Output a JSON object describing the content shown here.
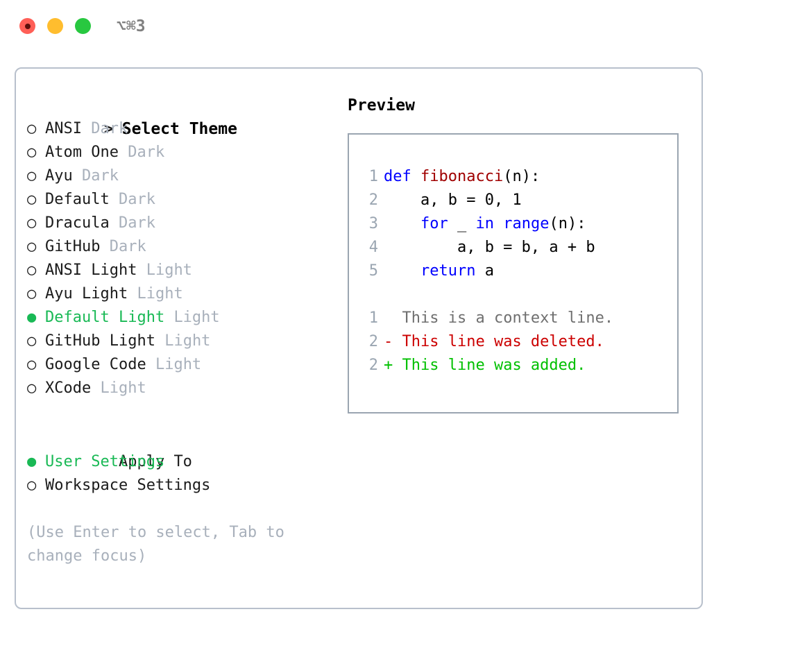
{
  "window": {
    "shortcut": "⌥⌘3",
    "traffic_lights": [
      {
        "name": "close",
        "color": "#ff5f57"
      },
      {
        "name": "minimize",
        "color": "#ffbd2e"
      },
      {
        "name": "maximize",
        "color": "#28c840"
      }
    ]
  },
  "theme_picker": {
    "heading_marker": ">",
    "heading": "Select Theme",
    "selected_theme": "Default Light",
    "marker_selected": "●",
    "marker_unselected": "○",
    "accent_color": "#19b955",
    "muted_color": "#a8b0bb",
    "items": [
      {
        "marker": "○",
        "name": "ANSI",
        "tag": "Dark",
        "selected": false
      },
      {
        "marker": "○",
        "name": "Atom One",
        "tag": "Dark",
        "selected": false
      },
      {
        "marker": "○",
        "name": "Ayu",
        "tag": "Dark",
        "selected": false
      },
      {
        "marker": "○",
        "name": "Default",
        "tag": "Dark",
        "selected": false
      },
      {
        "marker": "○",
        "name": "Dracula",
        "tag": "Dark",
        "selected": false
      },
      {
        "marker": "○",
        "name": "GitHub",
        "tag": "Dark",
        "selected": false
      },
      {
        "marker": "○",
        "name": "ANSI Light",
        "tag": "Light",
        "selected": false
      },
      {
        "marker": "○",
        "name": "Ayu Light",
        "tag": "Light",
        "selected": false
      },
      {
        "marker": "●",
        "name": "Default Light",
        "tag": "Light",
        "selected": true
      },
      {
        "marker": "○",
        "name": "GitHub Light",
        "tag": "Light",
        "selected": false
      },
      {
        "marker": "○",
        "name": "Google Code",
        "tag": "Light",
        "selected": false
      },
      {
        "marker": "○",
        "name": "XCode",
        "tag": "Light",
        "selected": false
      }
    ]
  },
  "apply_to": {
    "label": "Apply To",
    "selected_option": "User Settings",
    "options": [
      {
        "marker": "●",
        "label": "User Settings",
        "selected": true
      },
      {
        "marker": "○",
        "label": "Workspace Settings",
        "selected": false
      }
    ]
  },
  "hint": "(Use Enter to select, Tab to change focus)",
  "preview": {
    "title": "Preview",
    "code_lines": [
      {
        "num": "1",
        "tokens": [
          {
            "t": "def",
            "c": "kw"
          },
          {
            "t": " ",
            "c": "plain"
          },
          {
            "t": "fibonacci",
            "c": "fn"
          },
          {
            "t": "(n):",
            "c": "plain"
          }
        ]
      },
      {
        "num": "2",
        "tokens": [
          {
            "t": "    a, b = 0, 1",
            "c": "plain"
          }
        ]
      },
      {
        "num": "3",
        "tokens": [
          {
            "t": "    ",
            "c": "plain"
          },
          {
            "t": "for",
            "c": "kw"
          },
          {
            "t": " _ ",
            "c": "plain"
          },
          {
            "t": "in",
            "c": "kw"
          },
          {
            "t": " ",
            "c": "plain"
          },
          {
            "t": "range",
            "c": "kw"
          },
          {
            "t": "(n):",
            "c": "plain"
          }
        ]
      },
      {
        "num": "4",
        "tokens": [
          {
            "t": "        a, b = b, a + b",
            "c": "plain"
          }
        ]
      },
      {
        "num": "5",
        "tokens": [
          {
            "t": "    ",
            "c": "plain"
          },
          {
            "t": "return",
            "c": "kw"
          },
          {
            "t": " a",
            "c": "plain"
          }
        ]
      }
    ],
    "diff_lines": [
      {
        "num": "1",
        "prefix": "  ",
        "text": "This is a context line.",
        "kind": "ctx"
      },
      {
        "num": "2",
        "prefix": "- ",
        "text": "This line was deleted.",
        "kind": "del"
      },
      {
        "num": "2",
        "prefix": "+ ",
        "text": "This line was added.",
        "kind": "add"
      }
    ]
  }
}
